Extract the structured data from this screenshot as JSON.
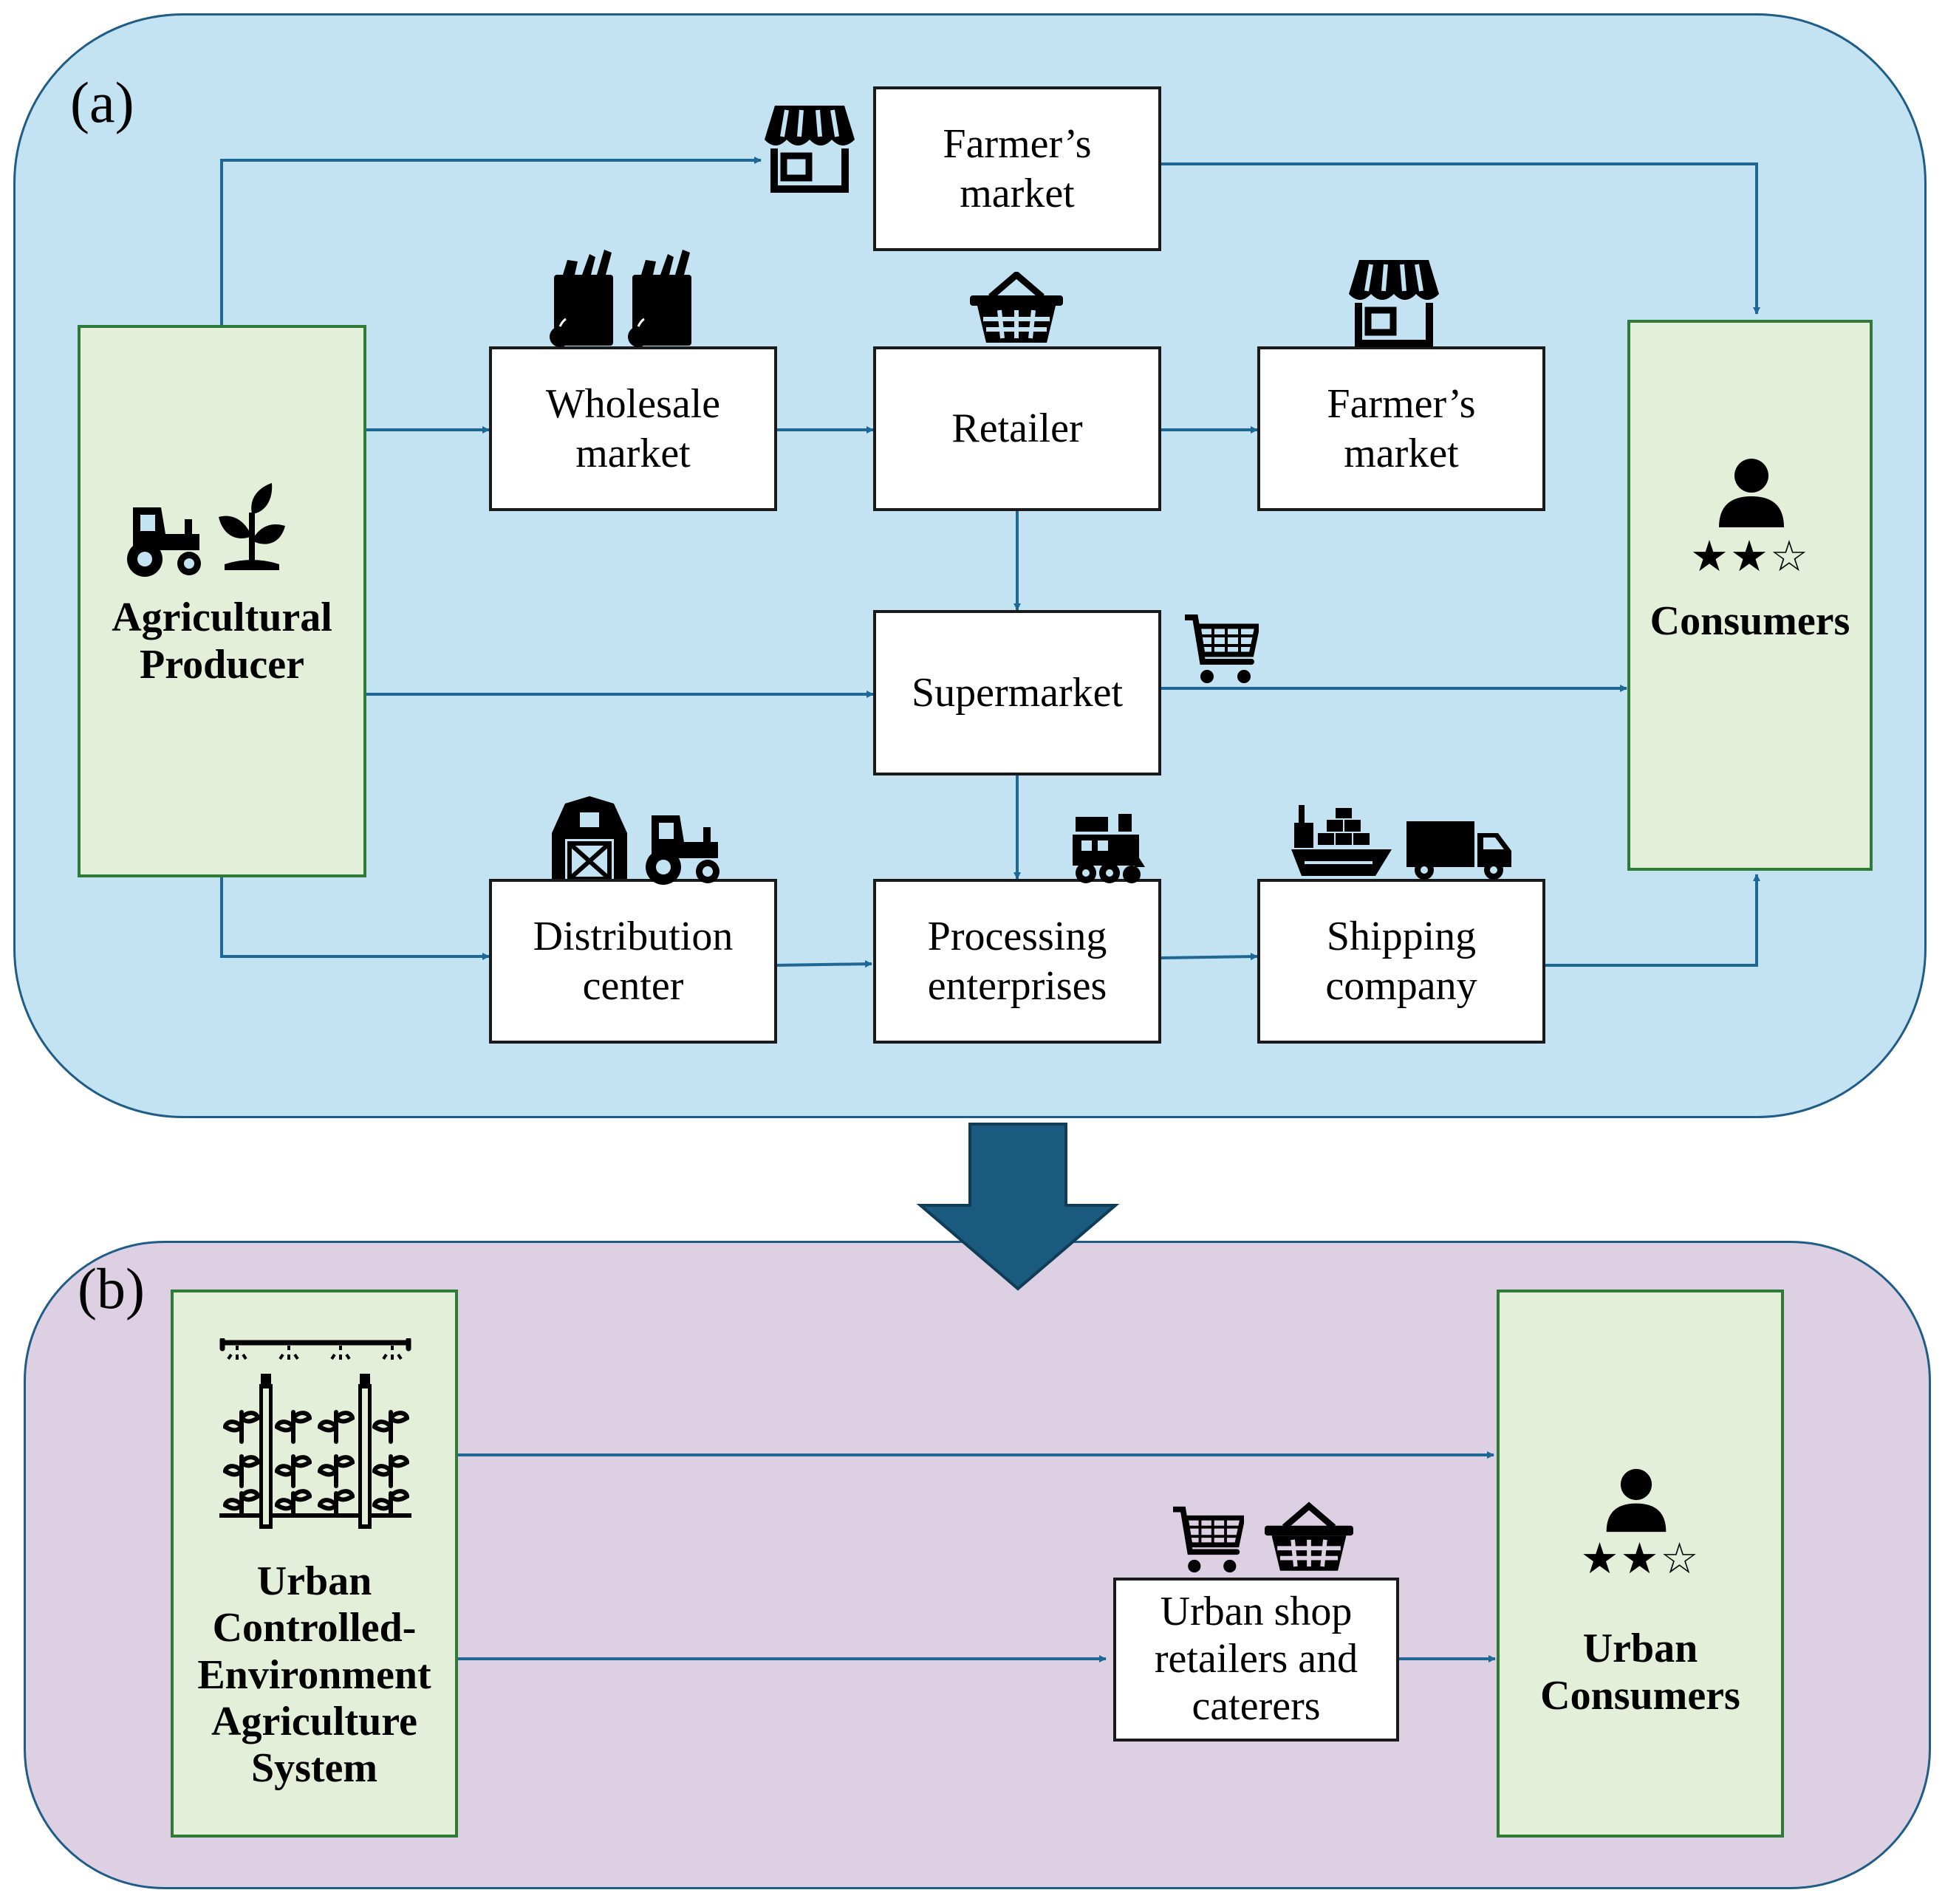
{
  "panel_a": {
    "label": "(a)",
    "nodes": {
      "producer": "Agricultural\nProducer",
      "farmers_market_top": "Farmer’s\nmarket",
      "wholesale": "Wholesale\nmarket",
      "retailer": "Retailer",
      "farmers_market_mid": "Farmer’s\nmarket",
      "supermarket": "Supermarket",
      "distribution": "Distribution\ncenter",
      "processing": "Processing\nenterprises",
      "shipping": "Shipping\ncompany",
      "consumers": "Consumers"
    },
    "consumer_rating": "★★☆"
  },
  "panel_b": {
    "label": "(b)",
    "nodes": {
      "urban_cea": "Urban\nControlled-\nEnvironment\nAgriculture\nSystem",
      "urban_shop": "Urban shop\nretailers and\ncaterers",
      "urban_consumers": "Urban\nConsumers"
    },
    "consumer_rating": "★★☆"
  },
  "colors": {
    "panel_a_bg": "#c3e3f3",
    "panel_b_bg": "#dcd0e2",
    "green_box_bg": "#e3efd8",
    "green_box_border": "#2f7a36",
    "arrow": "#1f6795",
    "big_arrow": "#1a5a7e"
  },
  "icons": [
    "storefront-icon",
    "grocery-bags-icon",
    "shopping-basket-icon",
    "tractor-icon",
    "plant-seedling-icon",
    "person-icon",
    "shopping-cart-icon",
    "barn-icon",
    "train-icon",
    "cargo-ship-icon",
    "delivery-truck-icon",
    "vertical-farm-icon"
  ]
}
